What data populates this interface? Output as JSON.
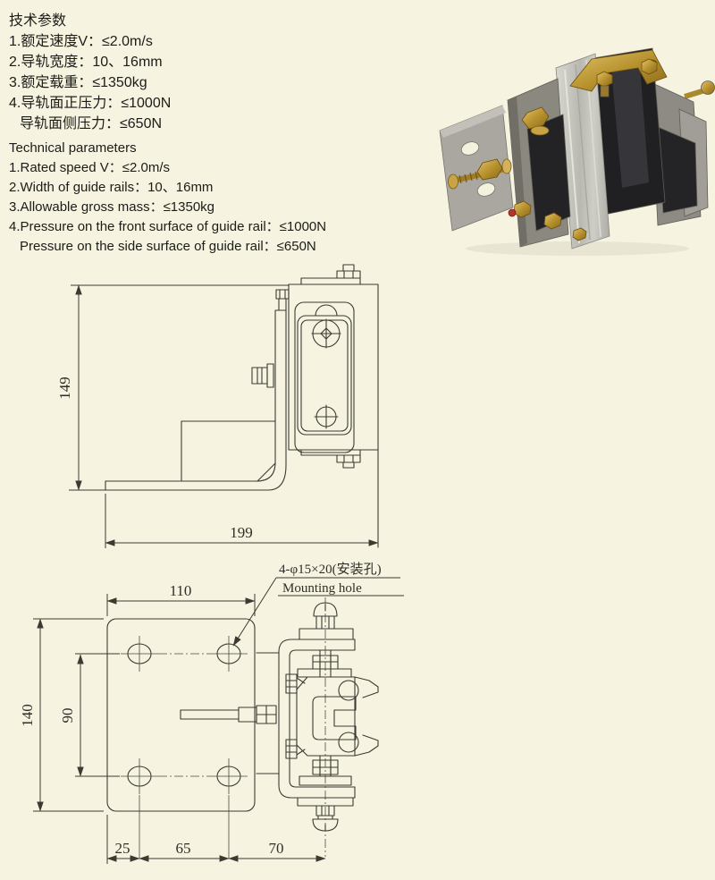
{
  "colors": {
    "background": "#f6f3e1",
    "drawing_line": "#3b3b33",
    "metal_gray": "#8e8c84",
    "aluminum": "#c6c5bf",
    "rubber_black": "#232325",
    "brass": "#c9a445"
  },
  "chinese_params": {
    "title": "技术参数",
    "lines": [
      "1.额定速度V：≤2.0m/s",
      "2.导轨宽度：10、16mm",
      "3.额定载重：≤1350kg",
      "4.导轨面正压力：≤1000N",
      "导轨面侧压力：≤650N"
    ]
  },
  "english_params": {
    "title": "Technical parameters",
    "lines": [
      "1.Rated speed V：≤2.0m/s",
      "2.Width of guide rails：10、16mm",
      "3.Allowable gross mass：≤1350kg",
      "4.Pressure on the front surface of guide rail：≤1000N",
      "Pressure on the side surface of guide rail：≤650N"
    ]
  },
  "side_view": {
    "height_dim": "149",
    "width_dim": "199"
  },
  "front_view": {
    "width_dim": "110",
    "height_dim": "140",
    "hole_span_dim": "90",
    "offset_dim": "25",
    "spacing_dim": "65",
    "shoe_offset_dim": "70",
    "hole_note_cn": "4-φ15×20(安装孔)",
    "hole_note_en": "Mounting hole"
  }
}
